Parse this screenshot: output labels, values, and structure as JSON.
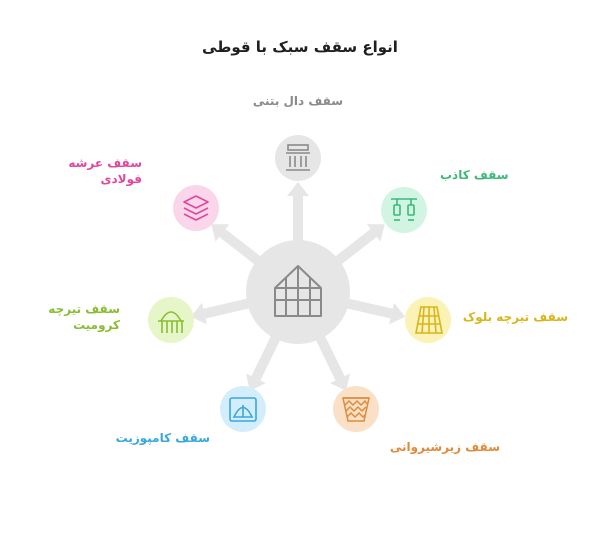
{
  "title": "انواع سقف سبک با قوطی",
  "center": {
    "icon": "greenhouse-icon",
    "color": "#e6e6e6",
    "stroke": "#8a8a8a"
  },
  "items": [
    {
      "key": "concrete",
      "label": "سقف دال بتنی",
      "icon": "temple-columns-icon",
      "color": "#8a8a8a",
      "bg": "#e6e6e6"
    },
    {
      "key": "false-ceiling",
      "label": "سقف کاذب",
      "icon": "hanging-lamps-icon",
      "color": "#3cb878",
      "bg": "#d2f5e3"
    },
    {
      "key": "block",
      "label": "سقف تیرچه بلوک",
      "icon": "tiled-roof-icon",
      "color": "#d8b51a",
      "bg": "#fbf2b6"
    },
    {
      "key": "zirsheirvani",
      "label": "سقف زیرشیروانی",
      "icon": "tile-net-icon",
      "color": "#e08a3a",
      "bg": "#fbe0c8"
    },
    {
      "key": "composite",
      "label": "سقف کامپوزیت",
      "icon": "dome-roof-icon",
      "color": "#39a7dd",
      "bg": "#d3eefa"
    },
    {
      "key": "chromite",
      "label": [
        "سقف تیرچه",
        "کرومیت"
      ],
      "icon": "arch-shelter-icon",
      "color": "#8bbd33",
      "bg": "#e7f6c9"
    },
    {
      "key": "steel-deck",
      "label": [
        "سقف عرشه",
        "فولادی"
      ],
      "icon": "stacked-layers-icon",
      "color": "#e3479c",
      "bg": "#fad6ea"
    }
  ]
}
